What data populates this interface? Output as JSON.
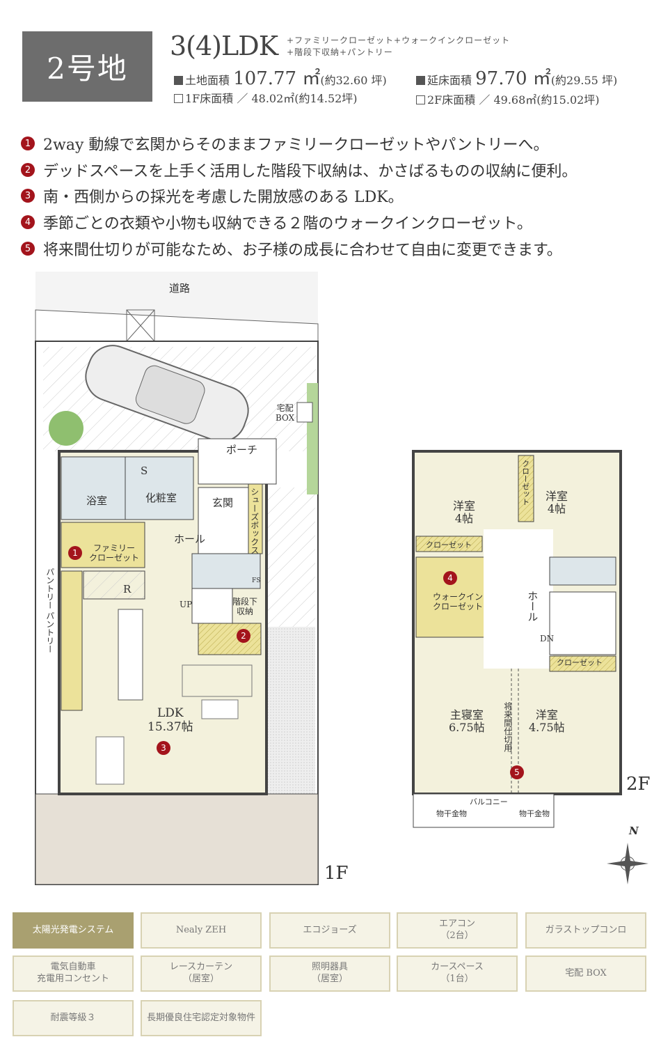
{
  "header": {
    "lot": "2号地",
    "layout": "3(4)LDK",
    "extras_line1": "+ファミリークローゼット+ウォークインクローゼット",
    "extras_line2": "+階段下収納+パントリー",
    "land_area_label": "土地面積",
    "land_area_value": "107.77 ㎡",
    "land_area_tsubo": "(約32.60 坪)",
    "floor_area_label": "延床面積",
    "floor_area_value": "97.70 ㎡",
    "floor_area_tsubo": "(約29.55 坪)",
    "f1_area": "1F床面積 ／ 48.02㎡(約14.52坪)",
    "f2_area": "2F床面積 ／ 49.68㎡(約15.02坪)"
  },
  "points": [
    {
      "n": "1",
      "text": "2way 動線で玄関からそのままファミリークローゼットやパントリーへ。"
    },
    {
      "n": "2",
      "text": "デッドスペースを上手く活用した階段下収納は、かさばるものの収納に便利。"
    },
    {
      "n": "3",
      "text": "南・西側からの採光を考慮した開放感のある LDK。"
    },
    {
      "n": "4",
      "text": "季節ごとの衣類や小物も収納できる２階のウォークインクローゼット。"
    },
    {
      "n": "5",
      "text": "将来間仕切りが可能なため、お子様の成長に合わせて自由に変更できます。"
    }
  ],
  "plan1f": {
    "floor": "1F",
    "road": "道路",
    "delivery_box": "宅配\nBOX",
    "porch": "ポーチ",
    "bath": "浴室",
    "washroom": "化粧室",
    "s": "S",
    "entrance": "玄関",
    "shoe_box": "シューズボックス",
    "hall": "ホール",
    "family_closet": "ファミリー\nクローゼット",
    "pantry1": "パントリー",
    "pantry2": "パントリー",
    "r": "R",
    "up": "UP",
    "fs": "FS",
    "under_stairs": "階段下\n収納",
    "ldk": "LDK\n15.37帖"
  },
  "plan2f": {
    "floor": "2F",
    "room1": "洋室\n4帖",
    "room2": "洋室\n4帖",
    "closet_v": "クローゼット",
    "closet1": "クローゼット",
    "wic": "ウォークイン\nクローゼット",
    "hall": "ホール",
    "dn": "DN",
    "closet2": "クローゼット",
    "master": "主寝室\n6.75帖",
    "room3": "洋室\n4.75帖",
    "future_partition": "将来間仕切用",
    "balcony": "バルコニー",
    "hanger1": "物干金物",
    "hanger2": "物干金物"
  },
  "compass": "N",
  "features": [
    {
      "label": "太陽光発電システム",
      "active": true
    },
    {
      "label": "Nealy ZEH"
    },
    {
      "label": "エコジョーズ"
    },
    {
      "label": "エアコン\n（2台）"
    },
    {
      "label": "ガラストップコンロ"
    },
    {
      "label": "電気自動車\n充電用コンセント"
    },
    {
      "label": "レースカーテン\n（居室）"
    },
    {
      "label": "照明器具\n（居室）"
    },
    {
      "label": "カースペース\n（1台）"
    },
    {
      "label": "宅配 BOX"
    },
    {
      "label": "耐震等級３"
    },
    {
      "label": "長期優良住宅認定対象物件"
    }
  ],
  "colors": {
    "badge": "#6d6d6d",
    "marker": "#a3141c",
    "room": "#f3f1dc",
    "storage": "#ece29a",
    "wet": "#dde6ea",
    "feature_active": "#a9a070"
  }
}
